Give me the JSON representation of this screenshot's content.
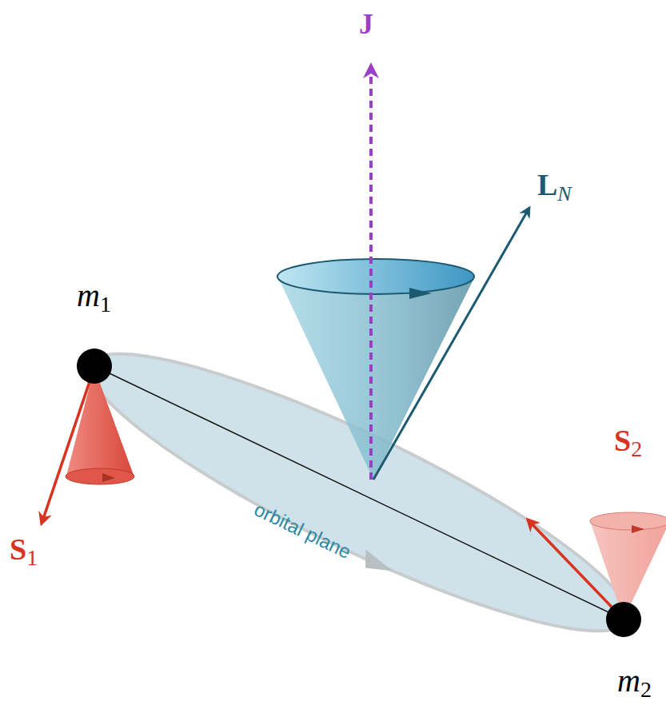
{
  "diagram": {
    "labels": [
      "J",
      "LN",
      "m1",
      "S1",
      "S2",
      "orbital plane",
      "m2"
    ]
  }
}
